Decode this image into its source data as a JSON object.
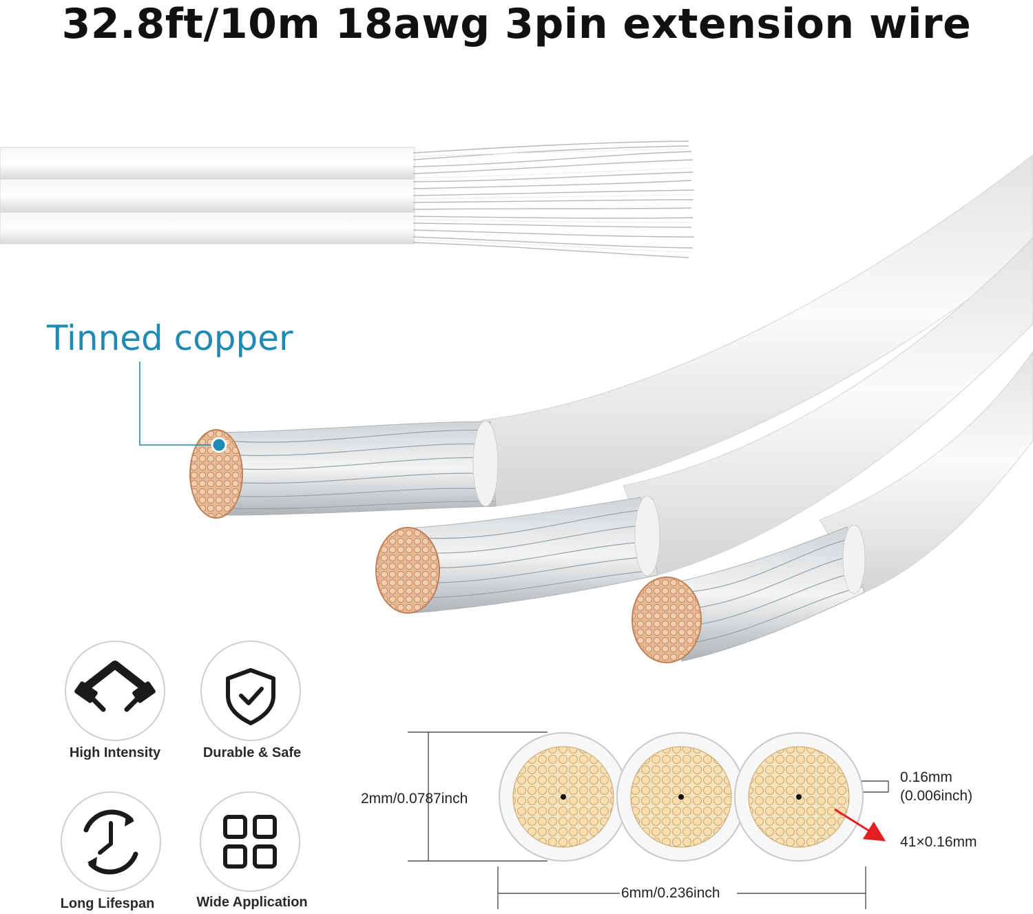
{
  "headline": "32.8ft/10m 18awg 3pin extension wire",
  "callout": {
    "label": "Tinned copper"
  },
  "features": [
    {
      "label": "High Intensity",
      "icon": "high-intensity-icon"
    },
    {
      "label": "Durable & Safe",
      "icon": "shield-check-icon"
    },
    {
      "label": "Long Lifespan",
      "icon": "clock-cycle-icon"
    },
    {
      "label": "Wide Application",
      "icon": "grid-apps-icon"
    }
  ],
  "dimensions": {
    "height": "2mm/0.0787inch",
    "width": "6mm/0.236inch",
    "strand_mm": "0.16mm",
    "strand_inch": "(0.006inch)",
    "strand_count": "41×0.16mm"
  },
  "colors": {
    "accent": "#1f8ab3",
    "copper": "#e8b48f",
    "arrow": "#e02020"
  }
}
